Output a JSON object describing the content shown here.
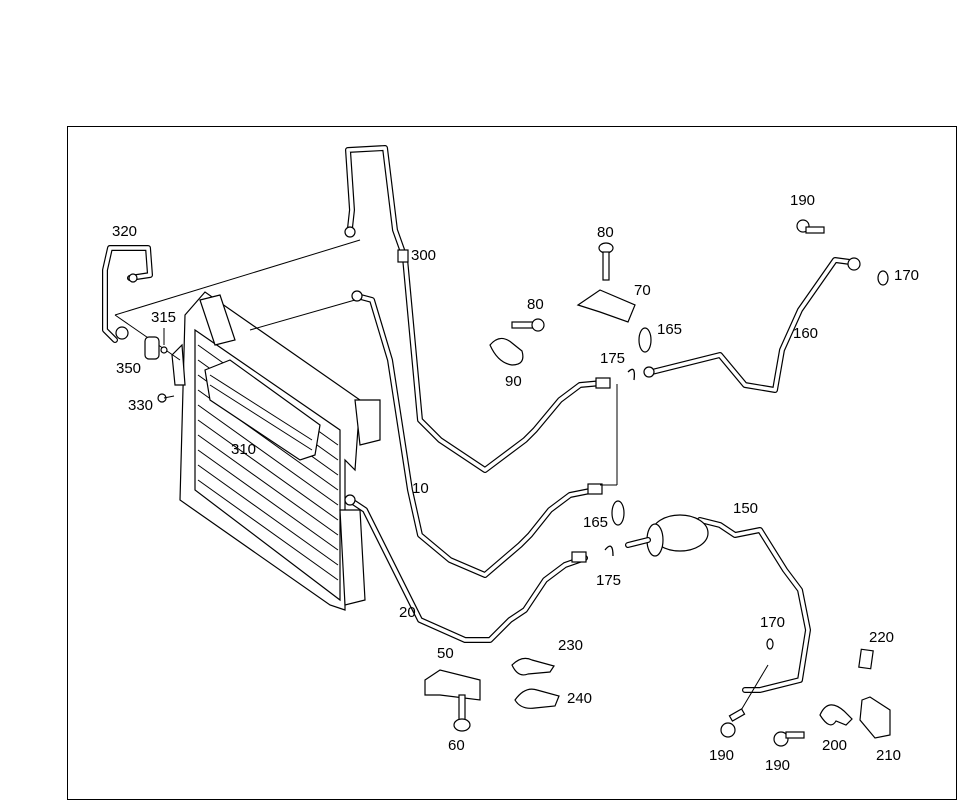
{
  "diagram": {
    "title": "Refrigerant lines / condenser parts diagram",
    "callouts": [
      {
        "id": "c320",
        "text": "320"
      },
      {
        "id": "c315",
        "text": "315"
      },
      {
        "id": "c350",
        "text": "350"
      },
      {
        "id": "c330",
        "text": "330"
      },
      {
        "id": "c310",
        "text": "310"
      },
      {
        "id": "c300",
        "text": "300"
      },
      {
        "id": "c10",
        "text": "10"
      },
      {
        "id": "c20",
        "text": "20"
      },
      {
        "id": "c80a",
        "text": "80"
      },
      {
        "id": "c80b",
        "text": "80"
      },
      {
        "id": "c70",
        "text": "70"
      },
      {
        "id": "c90",
        "text": "90"
      },
      {
        "id": "c165a",
        "text": "165"
      },
      {
        "id": "c175a",
        "text": "175"
      },
      {
        "id": "c190a",
        "text": "190"
      },
      {
        "id": "c170a",
        "text": "170"
      },
      {
        "id": "c160",
        "text": "160"
      },
      {
        "id": "c150",
        "text": "150"
      },
      {
        "id": "c165b",
        "text": "165"
      },
      {
        "id": "c175b",
        "text": "175"
      },
      {
        "id": "c170b",
        "text": "170"
      },
      {
        "id": "c220",
        "text": "220"
      },
      {
        "id": "c50",
        "text": "50"
      },
      {
        "id": "c230",
        "text": "230"
      },
      {
        "id": "c240",
        "text": "240"
      },
      {
        "id": "c60",
        "text": "60"
      },
      {
        "id": "c190b",
        "text": "190"
      },
      {
        "id": "c190c",
        "text": "190"
      },
      {
        "id": "c200",
        "text": "200"
      },
      {
        "id": "c210",
        "text": "210"
      }
    ]
  }
}
